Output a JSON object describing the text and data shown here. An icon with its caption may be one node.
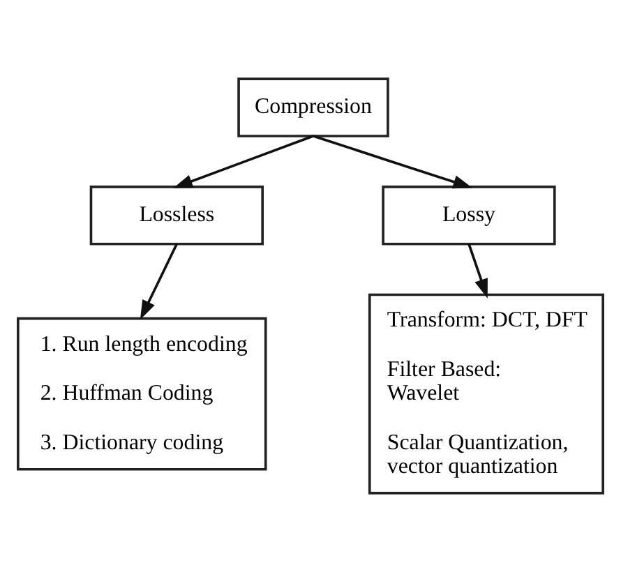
{
  "diagram": {
    "nodes": [
      {
        "text": [
          "Compression"
        ]
      },
      {
        "text": [
          "Lossless"
        ]
      },
      {
        "text": [
          "Lossy"
        ]
      },
      {
        "text": [
          "1. Run length encoding",
          "2. Huffman Coding",
          "3. Dictionary coding"
        ]
      },
      {
        "text": [
          "Transform: DCT, DFT",
          "Filter Based: Wavelet",
          "Scalar Quantization, vector quantization"
        ]
      }
    ],
    "edges": [
      {
        "from": 0,
        "to": 1,
        "arrow": "to"
      },
      {
        "from": 0,
        "to": 2,
        "arrow": "to"
      },
      {
        "from": 1,
        "to": 3,
        "arrow": "to"
      },
      {
        "from": 2,
        "to": 4,
        "arrow": "to"
      }
    ]
  }
}
